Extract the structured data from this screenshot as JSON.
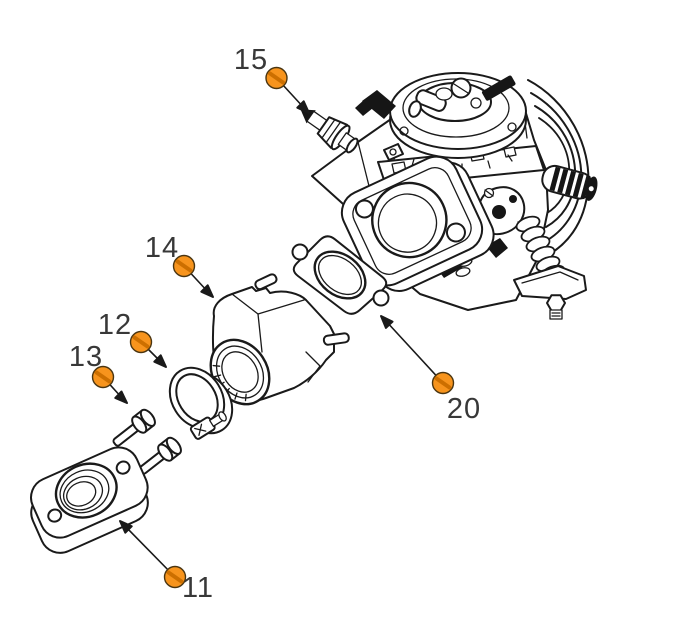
{
  "diagram": {
    "background": "#ffffff",
    "line_color": "#1a1a1a",
    "marker_fill": "#f7941d",
    "marker_stripe": "#cc6f00",
    "marker_outline": "#4a3511",
    "label_color": "#383838"
  },
  "callouts": [
    {
      "id": "15",
      "label": "15"
    },
    {
      "id": "14",
      "label": "14"
    },
    {
      "id": "12",
      "label": "12"
    },
    {
      "id": "13",
      "label": "13"
    },
    {
      "id": "11",
      "label": "11"
    },
    {
      "id": "20",
      "label": "20"
    }
  ]
}
